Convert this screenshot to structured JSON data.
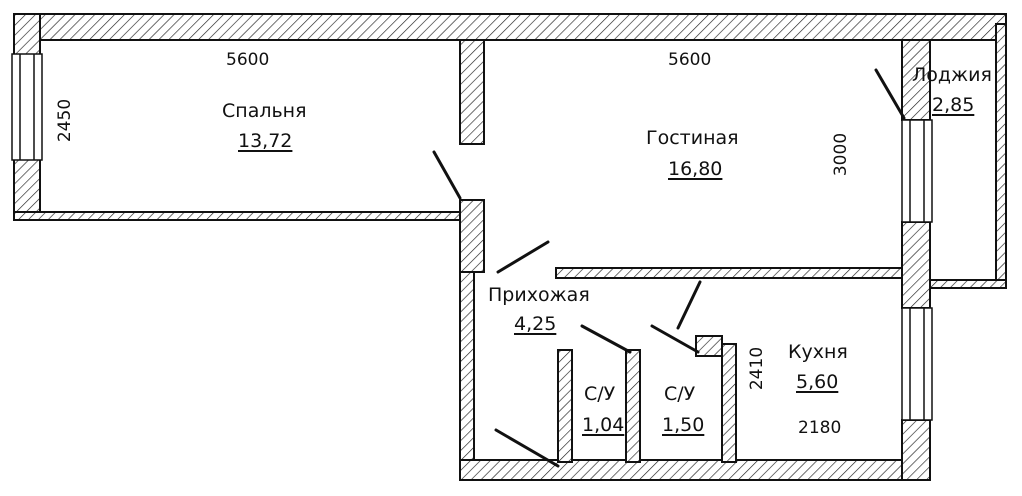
{
  "rooms": {
    "bedroom": {
      "name": "Спальня",
      "area": "13,72"
    },
    "living": {
      "name": "Гостиная",
      "area": "16,80"
    },
    "loggia": {
      "name": "Лоджия",
      "area": "2,85"
    },
    "hall": {
      "name": "Прихожая",
      "area": "4,25"
    },
    "wc1": {
      "name": "С/У",
      "area": "1,04"
    },
    "wc2": {
      "name": "С/У",
      "area": "1,50"
    },
    "kitchen": {
      "name": "Кухня",
      "area": "5,60"
    }
  },
  "dimensions": {
    "bedroom_width": "5600",
    "bedroom_depth": "2450",
    "living_width": "5600",
    "living_depth": "3000",
    "kitchen_depth": "2410",
    "kitchen_width": "2180"
  }
}
